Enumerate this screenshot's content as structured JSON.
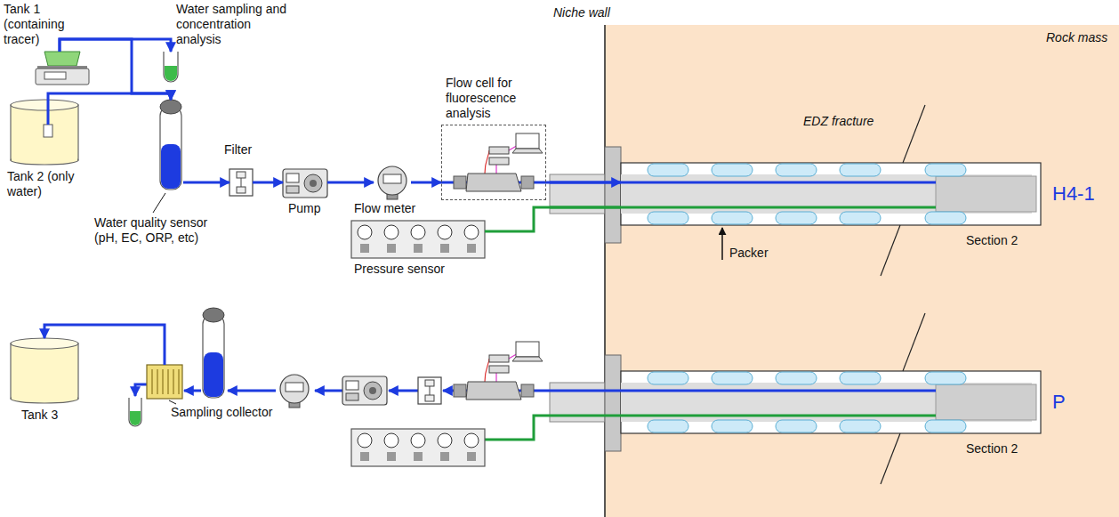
{
  "diagram": {
    "nodes": [
      {
        "text": [
          "Tank 1 (containing tracer)"
        ]
      },
      {
        "text": [
          "Water sampling and concentration analysis"
        ]
      },
      {
        "text": [
          "Tank 2 (only water)"
        ]
      },
      {
        "text": [
          "Water quality sensor (pH, EC, ORP, etc)"
        ]
      },
      {
        "text": [
          "Filter"
        ]
      },
      {
        "text": [
          "Pump"
        ]
      },
      {
        "text": [
          "Flow meter"
        ]
      },
      {
        "text": [
          "Flow cell for fluorescence analysis"
        ]
      },
      {
        "text": [
          "Pressure sensor"
        ]
      },
      {
        "text": [
          "Rock mass"
        ]
      },
      {
        "text": [
          "H4-1"
        ],
        "in": 9
      },
      {
        "text": [
          "P"
        ],
        "in": 9
      },
      {
        "text": [
          "Tank 3"
        ]
      },
      {
        "text": [
          "Sampling collector"
        ]
      }
    ],
    "edges": [
      {
        "from": 0,
        "to": 1,
        "arrow": "to"
      },
      {
        "from": 0,
        "to": 3,
        "arrow": "to"
      },
      {
        "from": 2,
        "to": 3,
        "arrow": "to"
      },
      {
        "from": 3,
        "to": 4,
        "arrow": "to"
      },
      {
        "from": 4,
        "to": 5,
        "arrow": "to"
      },
      {
        "from": 5,
        "to": 6,
        "arrow": "to"
      },
      {
        "from": 6,
        "to": 7,
        "arrow": "to"
      },
      {
        "from": 7,
        "to": 10,
        "arrow": "to"
      },
      {
        "from": 8,
        "to": 10,
        "arrow": "none"
      },
      {
        "from": 13,
        "to": 12,
        "arrow": "to"
      }
    ],
    "labels": [
      "Niche wall",
      "EDZ fracture",
      "Packer",
      "Section 2",
      "Section 2"
    ]
  }
}
